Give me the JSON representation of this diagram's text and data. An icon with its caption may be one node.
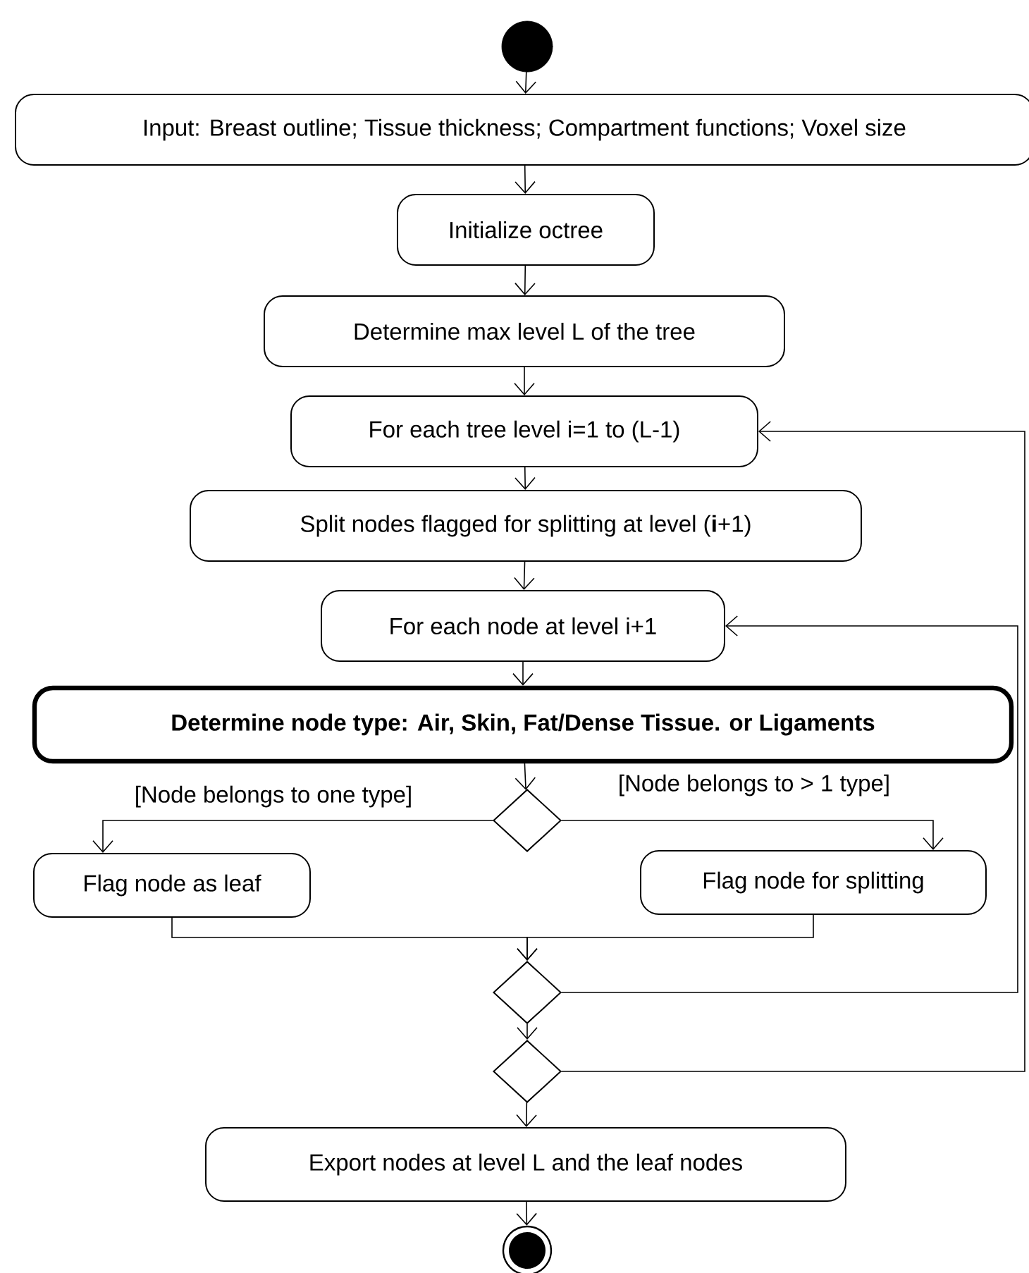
{
  "diagram": {
    "nodes": [
      {
        "text": [],
        "shape": "circle"
      },
      {
        "text": [
          "Input: Breast outline; Tissue thickness; Compartment functions; Voxel size"
        ]
      },
      {
        "text": [
          "Initialize octree"
        ]
      },
      {
        "text": [
          "Determine max level L of the tree"
        ]
      },
      {
        "text": [
          "For each tree level i=1 to (L-1)"
        ]
      },
      {
        "text": [
          "Split nodes flagged for splitting at level (**i**+1)"
        ]
      },
      {
        "text": [
          "For each node at level i+1"
        ]
      },
      {
        "text": [
          "Determine node type: Air, Skin, Fat/Dense Tissue. or Ligaments"
        ]
      },
      {
        "text": [],
        "shape": "diamond"
      },
      {
        "text": [
          "Flag node as leaf"
        ]
      },
      {
        "text": [
          "Flag node for splitting"
        ]
      },
      {
        "text": [],
        "shape": "diamond"
      },
      {
        "text": [],
        "shape": "diamond"
      },
      {
        "text": [
          "Export nodes at level L and the leaf nodes"
        ]
      },
      {
        "text": [],
        "shape": "circle"
      }
    ],
    "edges": [
      {
        "from": 0,
        "to": 1,
        "arrow": "to"
      },
      {
        "from": 1,
        "to": 2,
        "arrow": "to"
      },
      {
        "from": 2,
        "to": 3,
        "arrow": "to"
      },
      {
        "from": 3,
        "to": 4,
        "arrow": "to"
      },
      {
        "from": 4,
        "to": 5,
        "arrow": "to"
      },
      {
        "from": 5,
        "to": 6,
        "arrow": "to"
      },
      {
        "from": 6,
        "to": 7,
        "arrow": "to"
      },
      {
        "from": 7,
        "to": 8,
        "arrow": "to"
      },
      {
        "from": 8,
        "to": 9,
        "arrow": "to",
        "label": "[Node belongs to one type]"
      },
      {
        "from": 8,
        "to": 10,
        "arrow": "to",
        "label": "[Node belongs to > 1 type]"
      },
      {
        "from": 9,
        "to": 11,
        "arrow": "to"
      },
      {
        "from": 10,
        "to": 11,
        "arrow": "to"
      },
      {
        "from": 11,
        "to": 6,
        "arrow": "to"
      },
      {
        "from": 11,
        "to": 12,
        "arrow": "to"
      },
      {
        "from": 12,
        "to": 4,
        "arrow": "to"
      },
      {
        "from": 12,
        "to": 13,
        "arrow": "to"
      },
      {
        "from": 13,
        "to": 14,
        "arrow": "to"
      }
    ]
  }
}
